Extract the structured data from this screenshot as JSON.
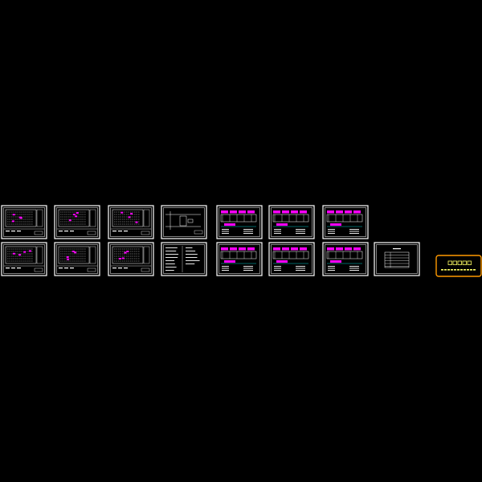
{
  "viewer": {
    "background": "#000000",
    "sheet_frame_color": "#ffffff",
    "detail_colors": [
      "#ffffff",
      "#ff00ff",
      "#00ffff",
      "#ffff00"
    ]
  },
  "sheets": [
    {
      "row": 1,
      "col": 1,
      "kind": "floor-plan",
      "accent": "#ff00ff"
    },
    {
      "row": 1,
      "col": 2,
      "kind": "floor-plan",
      "accent": "#ff00ff"
    },
    {
      "row": 1,
      "col": 3,
      "kind": "floor-plan",
      "accent": "#ff00ff"
    },
    {
      "row": 1,
      "col": 4,
      "kind": "site-layout",
      "accent": "#ffffff"
    },
    {
      "row": 1,
      "col": 5,
      "kind": "section-detail",
      "accent": "#ff00ff"
    },
    {
      "row": 1,
      "col": 6,
      "kind": "section-detail",
      "accent": "#ff00ff"
    },
    {
      "row": 1,
      "col": 7,
      "kind": "section-detail",
      "accent": "#ff00ff"
    },
    {
      "row": 2,
      "col": 1,
      "kind": "floor-plan",
      "accent": "#ff00ff"
    },
    {
      "row": 2,
      "col": 2,
      "kind": "floor-plan",
      "accent": "#ff00ff"
    },
    {
      "row": 2,
      "col": 3,
      "kind": "floor-plan",
      "accent": "#ff00ff"
    },
    {
      "row": 2,
      "col": 4,
      "kind": "notes",
      "accent": "#ffffff"
    },
    {
      "row": 2,
      "col": 5,
      "kind": "section-detail",
      "accent": "#ff00ff"
    },
    {
      "row": 2,
      "col": 6,
      "kind": "section-detail",
      "accent": "#ff00ff"
    },
    {
      "row": 2,
      "col": 7,
      "kind": "section-detail",
      "accent": "#ff00ff"
    },
    {
      "row": 2,
      "col": 8,
      "kind": "drawing-index",
      "accent": "#ffffff"
    }
  ],
  "watermark": {
    "text": "",
    "border_color": "#ff9900",
    "text_color": "#ffff66"
  }
}
